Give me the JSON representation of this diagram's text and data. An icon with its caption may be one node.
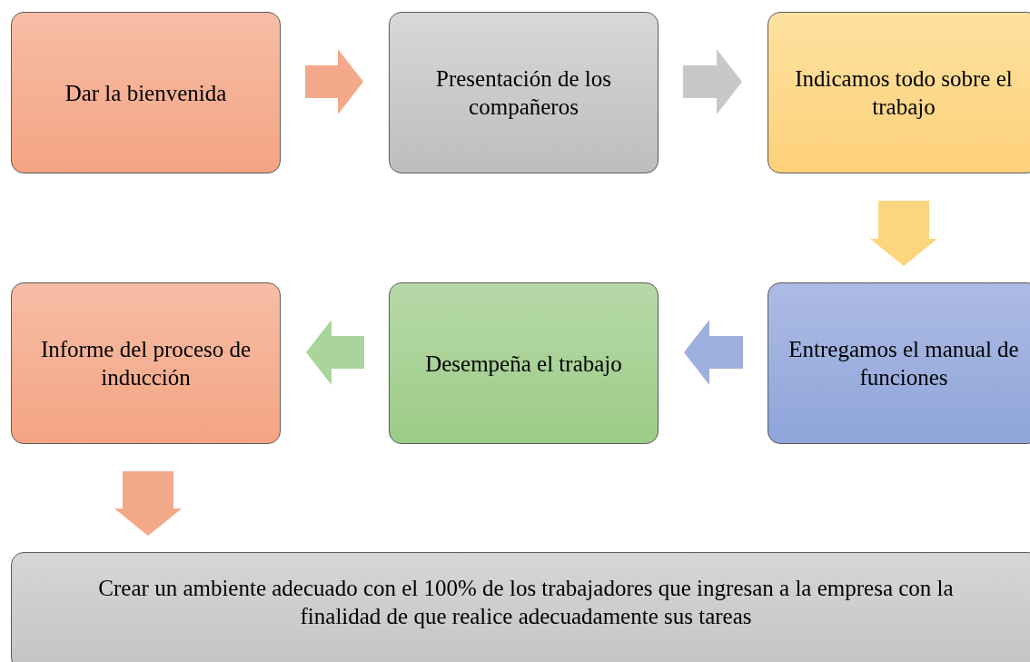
{
  "diagram": {
    "nodes": [
      {
        "text": [
          "Dar la bienvenida"
        ]
      },
      {
        "text": [
          "Presentación de los compañeros"
        ]
      },
      {
        "text": [
          "Indicamos todo sobre el trabajo"
        ]
      },
      {
        "text": [
          "Informe del proceso de inducción"
        ]
      },
      {
        "text": [
          "Desempeña el trabajo"
        ]
      },
      {
        "text": [
          "Entregamos el manual de funciones"
        ]
      },
      {
        "text": [
          "Crear un ambiente adecuado con el 100%  de los trabajadores que ingresan a la empresa con la finalidad de que realice adecuadamente sus tareas"
        ]
      }
    ],
    "edges": [
      {
        "from": 0,
        "to": 1,
        "arrow": "to",
        "color": "#f4a98a"
      },
      {
        "from": 1,
        "to": 2,
        "arrow": "to",
        "color": "#c8c8c8"
      },
      {
        "from": 2,
        "to": 5,
        "arrow": "to",
        "color": "#fdd57e"
      },
      {
        "from": 5,
        "to": 4,
        "arrow": "to",
        "color": "#9eb0dd"
      },
      {
        "from": 4,
        "to": 3,
        "arrow": "to",
        "color": "#a9d49a"
      },
      {
        "from": 3,
        "to": 6,
        "arrow": "to",
        "color": "#f4a98a"
      }
    ]
  }
}
